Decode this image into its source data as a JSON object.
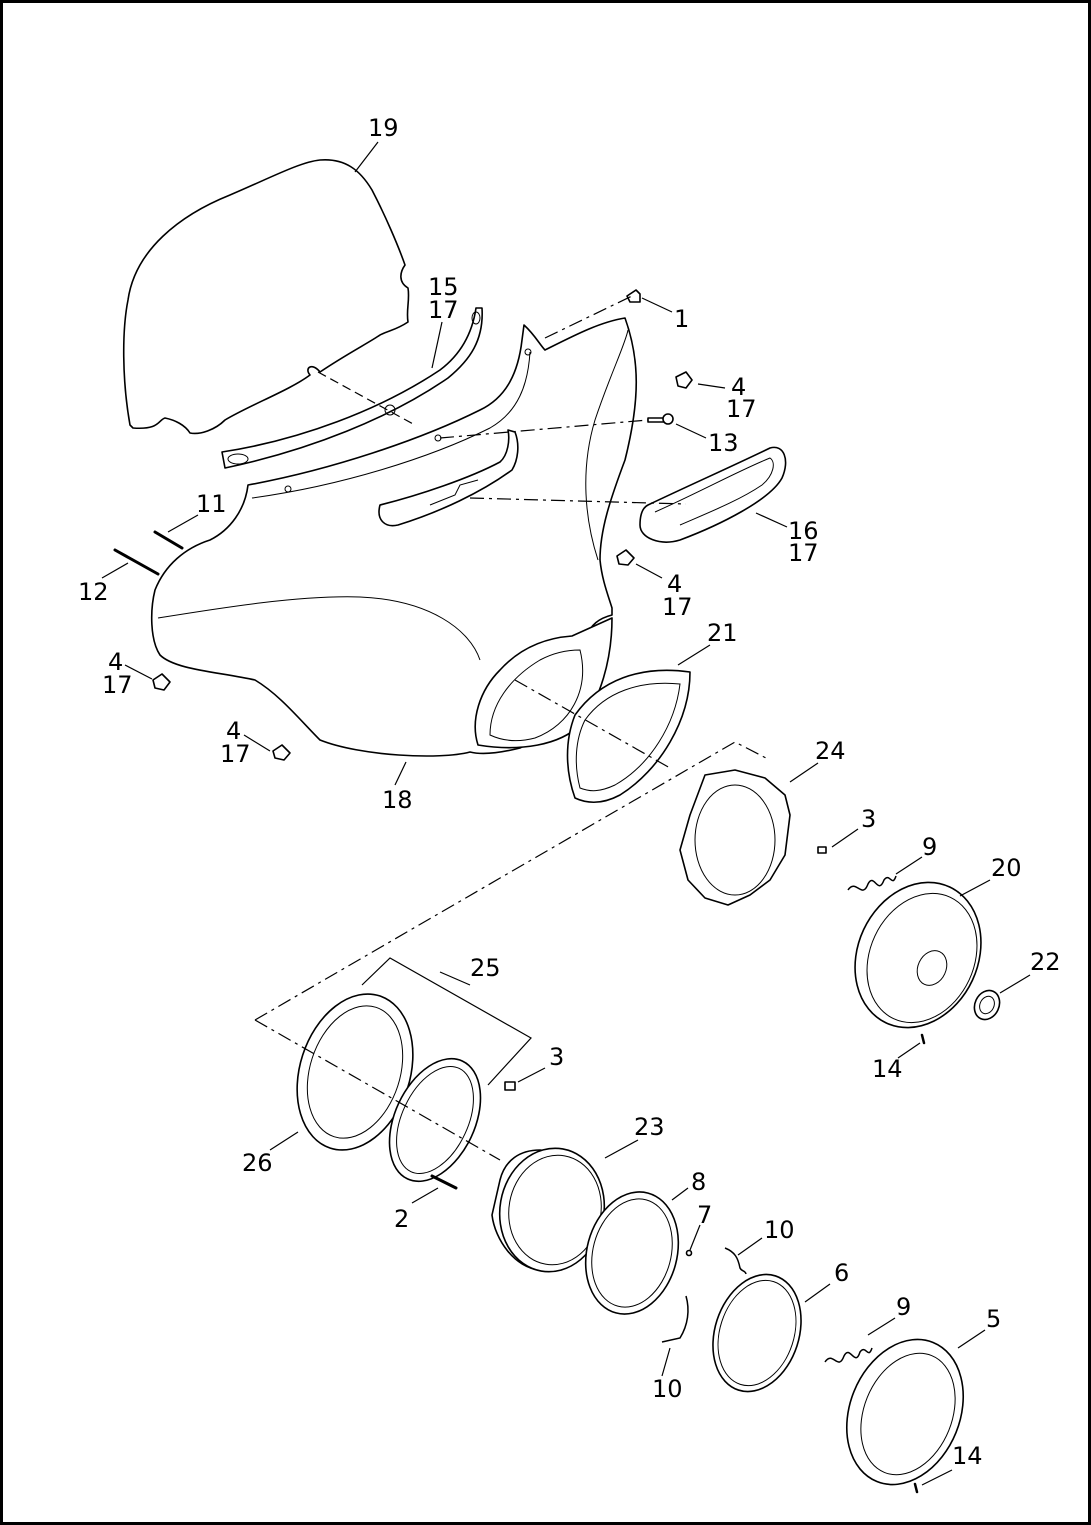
{
  "diagram": {
    "callouts": {
      "c1": "1",
      "c2": "2",
      "c3a": "3",
      "c3b": "3",
      "c4a_1": "4",
      "c4a_2": "17",
      "c4b_1": "4",
      "c4b_2": "17",
      "c4c_1": "4",
      "c4c_2": "17",
      "c4d_1": "4",
      "c4d_2": "17",
      "c5": "5",
      "c6": "6",
      "c7": "7",
      "c8": "8",
      "c9a": "9",
      "c9b": "9",
      "c10a": "10",
      "c10b": "10",
      "c11": "11",
      "c12": "12",
      "c13": "13",
      "c14a": "14",
      "c14b": "14",
      "c15_1": "15",
      "c15_2": "17",
      "c16_1": "16",
      "c16_2": "17",
      "c18": "18",
      "c19": "19",
      "c20": "20",
      "c21": "21",
      "c22": "22",
      "c23": "23",
      "c24": "24",
      "c25": "25",
      "c26": "26"
    }
  }
}
